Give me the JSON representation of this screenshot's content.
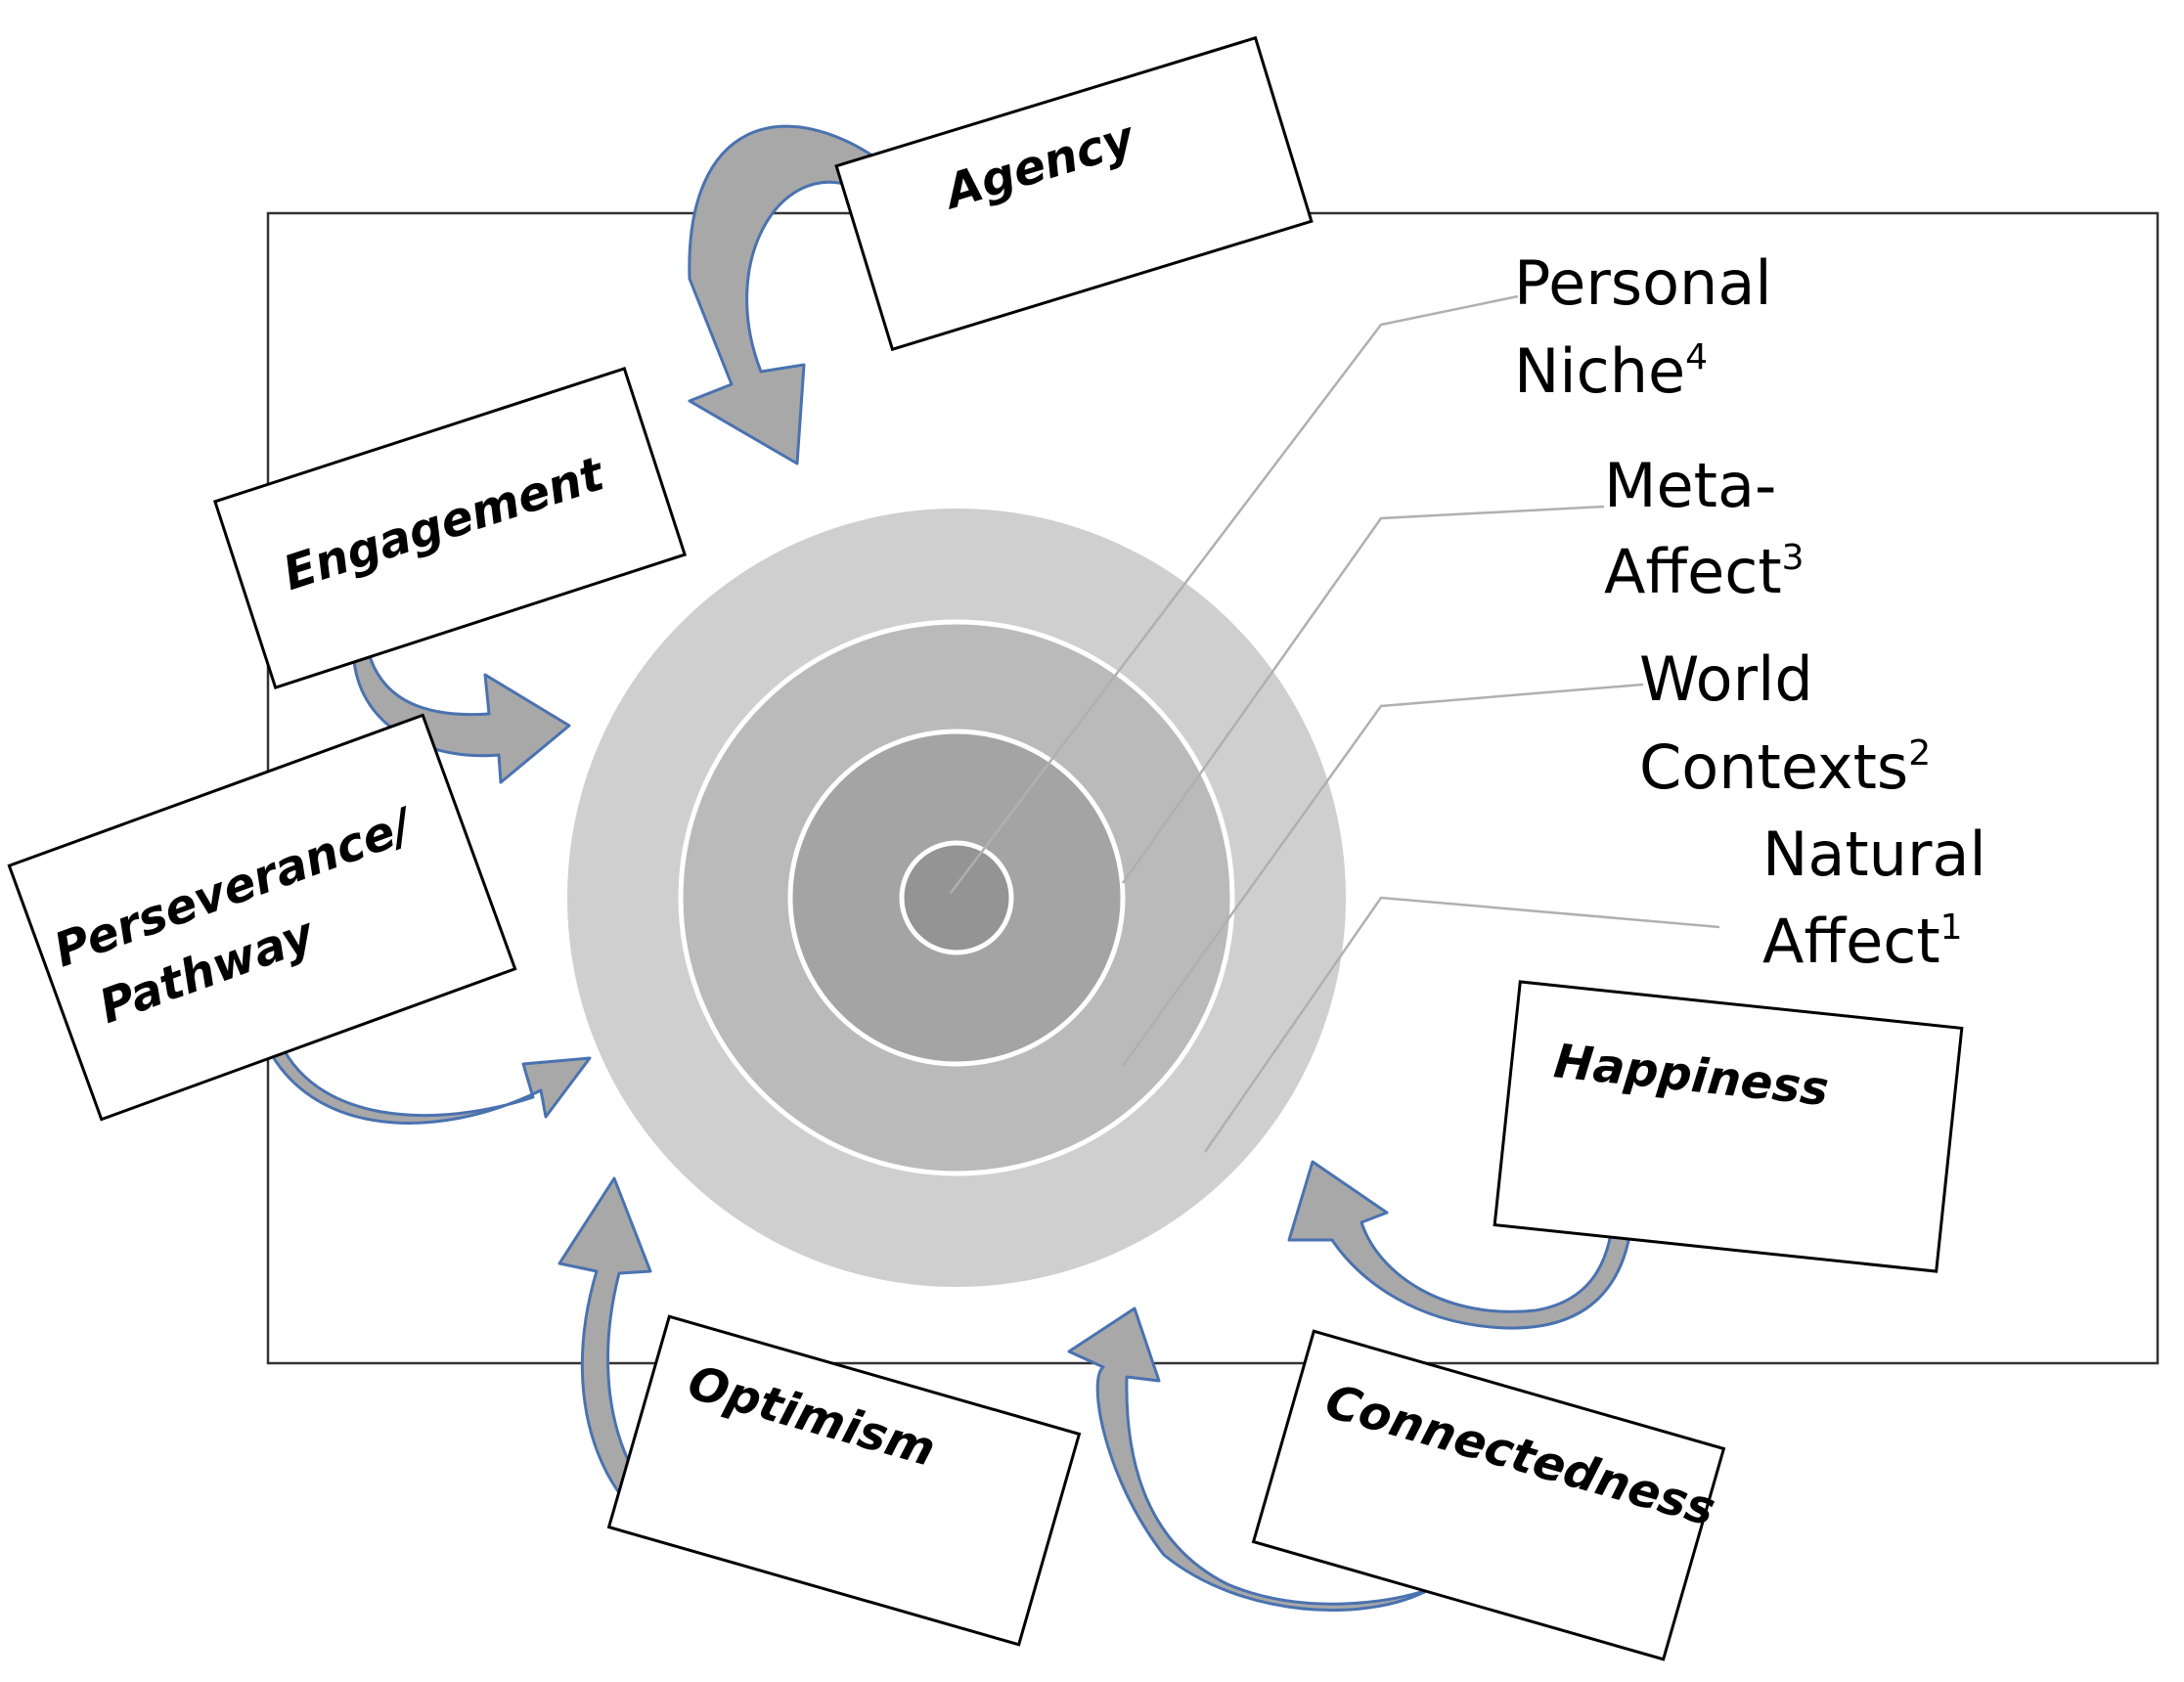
{
  "colors": {
    "outer_ring": "#cfcfcf",
    "ring_2": "#bababa",
    "ring_3": "#a4a4a4",
    "core": "#949494",
    "arrow_fill": "#a8a8a8",
    "arrow_outline": "#4a72b0"
  },
  "boxes": {
    "agency": "Agency",
    "engagement": "Engagement",
    "perseverance_line1": "Perseverance/",
    "perseverance_line2": "Pathway",
    "optimism": "Optimism",
    "connectedness": "Connectedness",
    "happiness": "Happiness"
  },
  "layers": {
    "personal_line1": "Personal",
    "personal_line2": "Niche",
    "personal_sup": "4",
    "meta_line1": "Meta-",
    "meta_line2": "Affect",
    "meta_sup": "3",
    "world_line1": "World",
    "world_line2": "Contexts",
    "world_sup": "2",
    "natural_line1": "Natural",
    "natural_line2": "Affect",
    "natural_sup": "1"
  }
}
